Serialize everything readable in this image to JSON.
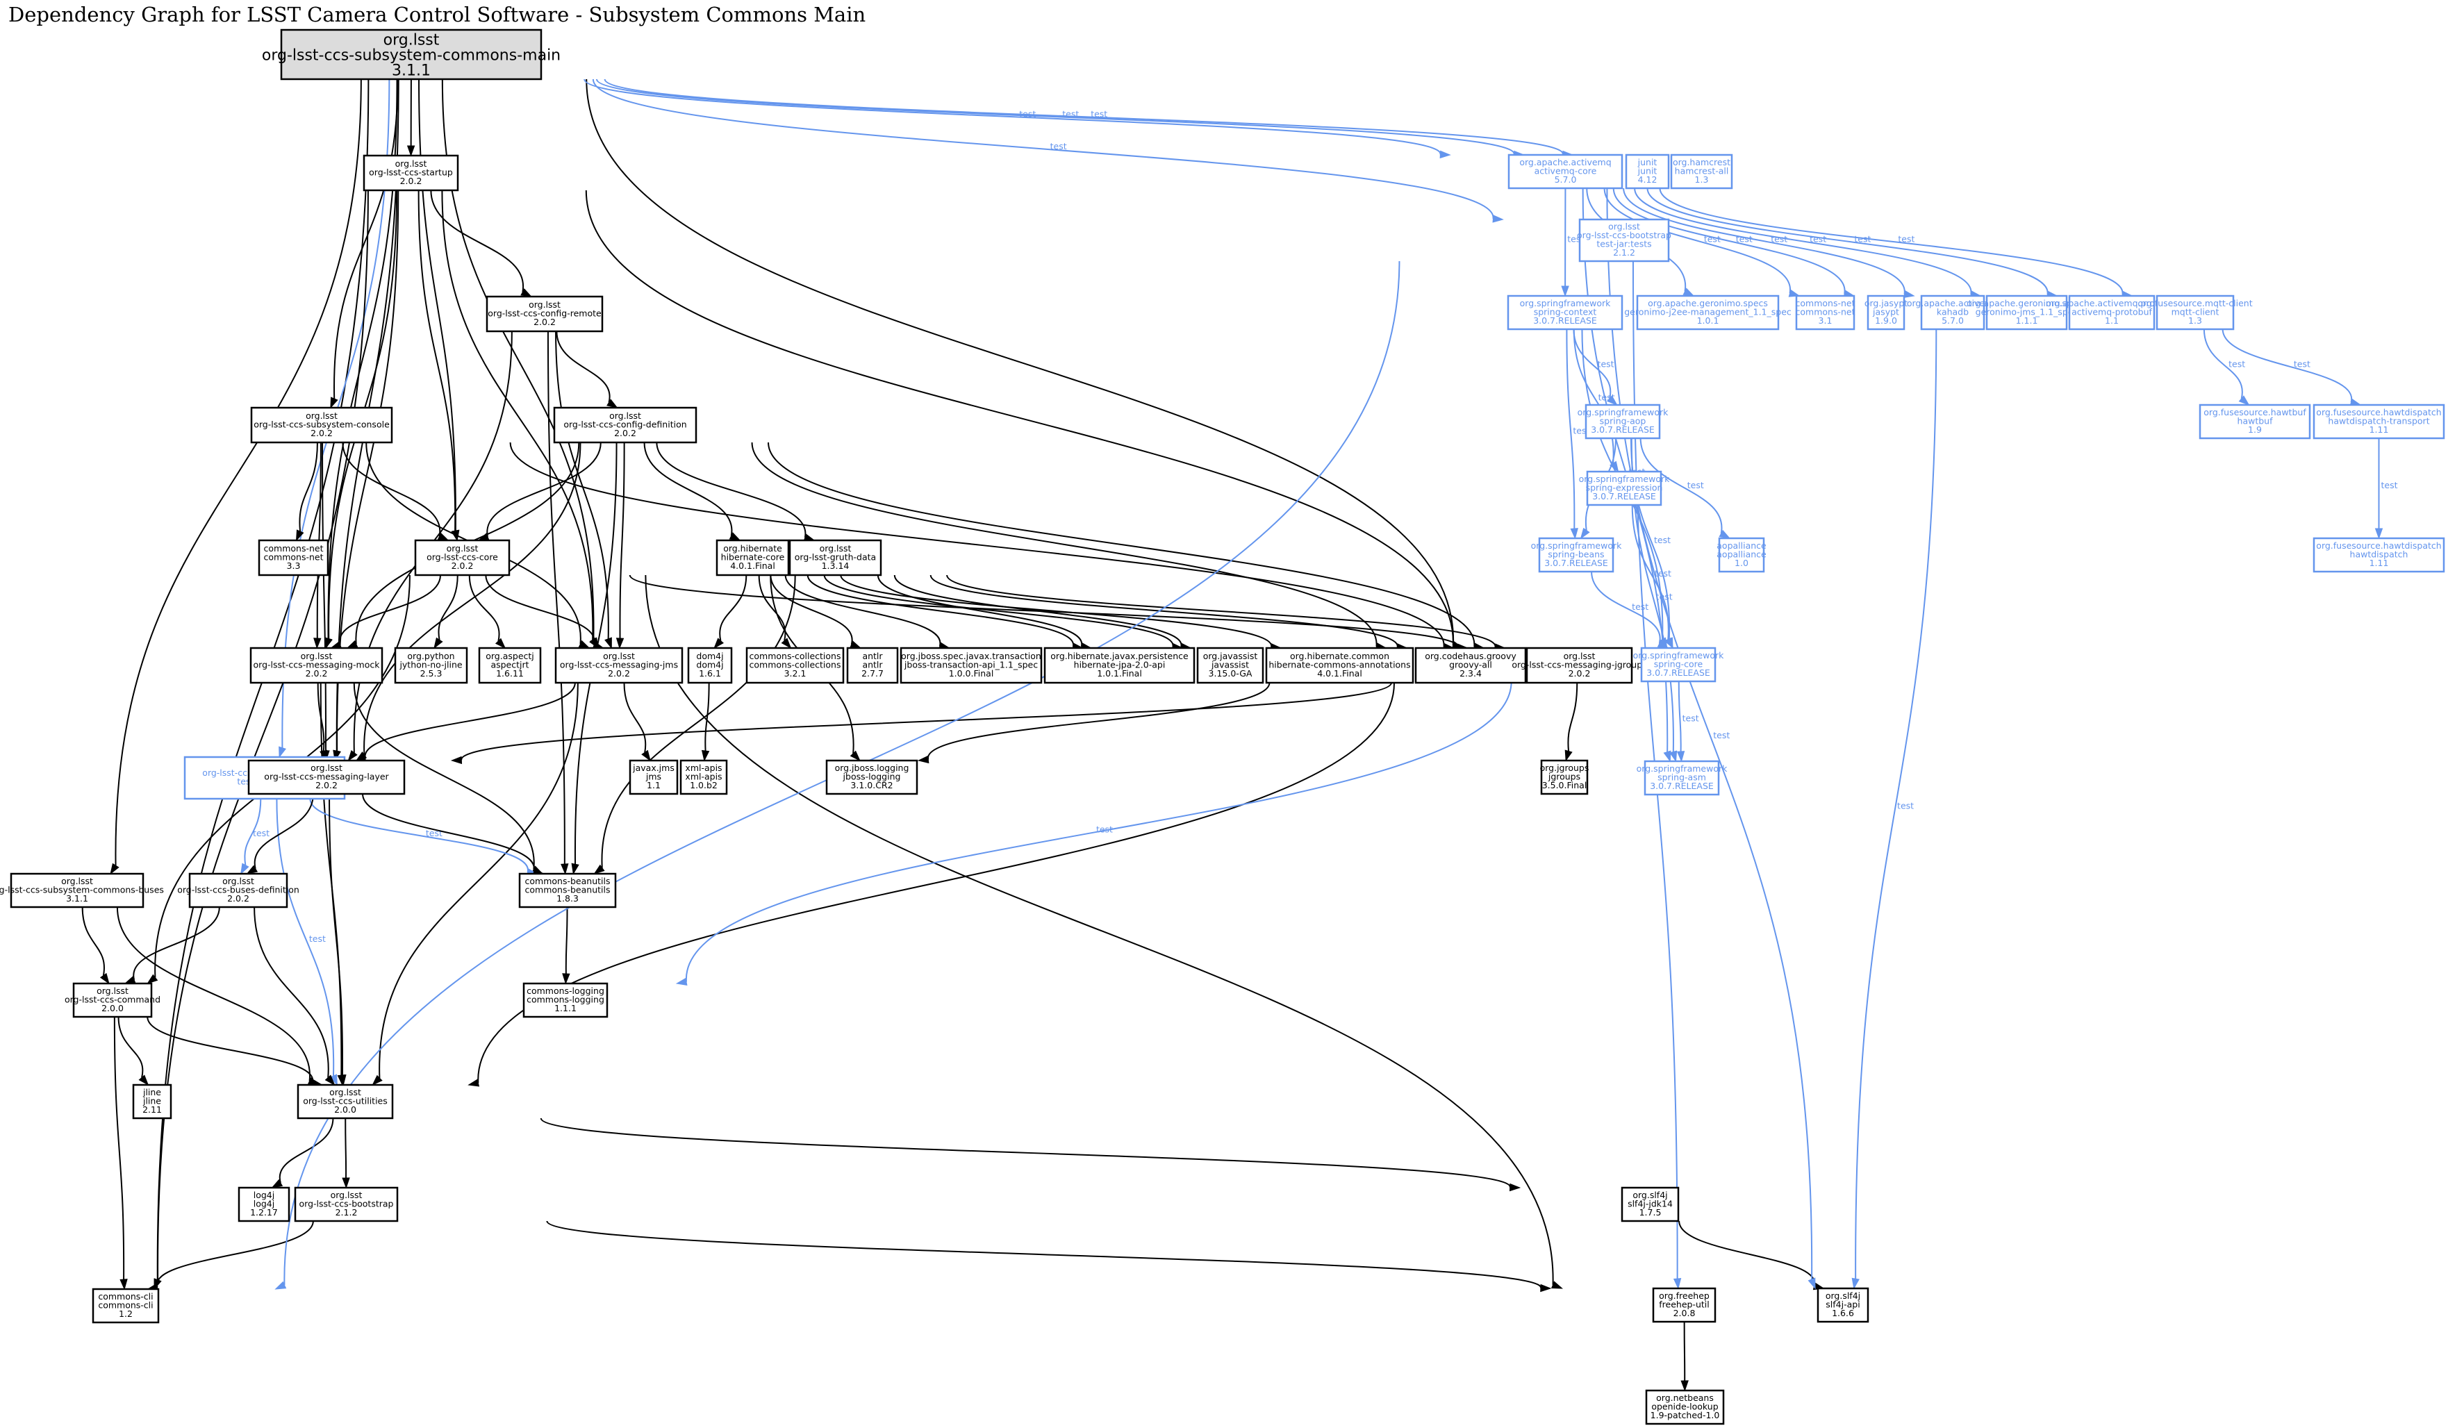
{
  "title": "Dependency Graph for LSST Camera Control Software - Subsystem Commons Main",
  "colors": {
    "compile": "#000000",
    "test": "#6495ed",
    "root_fill": "#dcdcdc"
  },
  "edge_label_test": "test",
  "nodes": [
    {
      "id": "root",
      "lines": [
        "org.lsst",
        "org-lsst-ccs-subsystem-commons-main",
        "3.1.1"
      ],
      "kind": "root"
    },
    {
      "id": "startup",
      "lines": [
        "org.lsst",
        "org-lsst-ccs-startup",
        "2.0.2"
      ],
      "kind": "compile"
    },
    {
      "id": "config_remote",
      "lines": [
        "org.lsst",
        "org-lsst-ccs-config-remote",
        "2.0.2"
      ],
      "kind": "compile"
    },
    {
      "id": "subsystem_console",
      "lines": [
        "org.lsst",
        "org-lsst-ccs-subsystem-console",
        "2.0.2"
      ],
      "kind": "compile"
    },
    {
      "id": "config_definition",
      "lines": [
        "org.lsst",
        "org-lsst-ccs-config-definition",
        "2.0.2"
      ],
      "kind": "compile"
    },
    {
      "id": "commons_net_33",
      "lines": [
        "commons-net",
        "commons-net",
        "3.3"
      ],
      "kind": "compile"
    },
    {
      "id": "ccs_core",
      "lines": [
        "org.lsst",
        "org-lsst-ccs-core",
        "2.0.2"
      ],
      "kind": "compile"
    },
    {
      "id": "hibernate_core",
      "lines": [
        "org.hibernate",
        "hibernate-core",
        "4.0.1.Final"
      ],
      "kind": "compile"
    },
    {
      "id": "gruth_data",
      "lines": [
        "org.lsst",
        "org-lsst-gruth-data",
        "1.3.14"
      ],
      "kind": "compile"
    },
    {
      "id": "messaging_mock",
      "lines": [
        "org.lsst",
        "org-lsst-ccs-messaging-mock",
        "2.0.2"
      ],
      "kind": "compile"
    },
    {
      "id": "jython",
      "lines": [
        "org.python",
        "jython-no-jline",
        "2.5.3"
      ],
      "kind": "compile"
    },
    {
      "id": "aspectj",
      "lines": [
        "org.aspectj",
        "aspectjrt",
        "1.6.11"
      ],
      "kind": "compile"
    },
    {
      "id": "messaging_jms",
      "lines": [
        "org.lsst",
        "org-lsst-ccs-messaging-jms",
        "2.0.2"
      ],
      "kind": "compile"
    },
    {
      "id": "dom4j",
      "lines": [
        "dom4j",
        "dom4j",
        "1.6.1"
      ],
      "kind": "compile"
    },
    {
      "id": "commons_collections",
      "lines": [
        "commons-collections",
        "commons-collections",
        "3.2.1"
      ],
      "kind": "compile"
    },
    {
      "id": "antlr",
      "lines": [
        "antlr",
        "antlr",
        "2.7.7"
      ],
      "kind": "compile"
    },
    {
      "id": "jboss_transaction",
      "lines": [
        "org.jboss.spec.javax.transaction",
        "jboss-transaction-api_1.1_spec",
        "1.0.0.Final"
      ],
      "kind": "compile"
    },
    {
      "id": "hibernate_jpa",
      "lines": [
        "org.hibernate.javax.persistence",
        "hibernate-jpa-2.0-api",
        "1.0.1.Final"
      ],
      "kind": "compile"
    },
    {
      "id": "javassist",
      "lines": [
        "org.javassist",
        "javassist",
        "3.15.0-GA"
      ],
      "kind": "compile"
    },
    {
      "id": "hibernate_annotations",
      "lines": [
        "org.hibernate.common",
        "hibernate-commons-annotations",
        "4.0.1.Final"
      ],
      "kind": "compile"
    },
    {
      "id": "groovy",
      "lines": [
        "org.codehaus.groovy",
        "groovy-all",
        "2.3.4"
      ],
      "kind": "compile"
    },
    {
      "id": "messaging_jgroups",
      "lines": [
        "org.lsst",
        "org-lsst-ccs-messaging-jgroups",
        "2.0.2"
      ],
      "kind": "compile"
    },
    {
      "id": "messaging_layer_tests",
      "lines": [
        "org.lsst",
        "org-lsst-ccs-messaging-layer",
        "test-jar:tests",
        "2.0.2"
      ],
      "kind": "test"
    },
    {
      "id": "messaging_layer",
      "lines": [
        "org.lsst",
        "org-lsst-ccs-messaging-layer",
        "2.0.2"
      ],
      "kind": "compile"
    },
    {
      "id": "javax_jms",
      "lines": [
        "javax.jms",
        "jms",
        "1.1"
      ],
      "kind": "compile"
    },
    {
      "id": "xml_apis",
      "lines": [
        "xml-apis",
        "xml-apis",
        "1.0.b2"
      ],
      "kind": "compile"
    },
    {
      "id": "jboss_logging",
      "lines": [
        "org.jboss.logging",
        "jboss-logging",
        "3.1.0.CR2"
      ],
      "kind": "compile"
    },
    {
      "id": "jgroups",
      "lines": [
        "org.jgroups",
        "jgroups",
        "3.5.0.Final"
      ],
      "kind": "compile"
    },
    {
      "id": "commons_buses",
      "lines": [
        "org.lsst",
        "org-lsst-ccs-subsystem-commons-buses",
        "3.1.1"
      ],
      "kind": "compile"
    },
    {
      "id": "buses_definition",
      "lines": [
        "org.lsst",
        "org-lsst-ccs-buses-definition",
        "2.0.2"
      ],
      "kind": "compile"
    },
    {
      "id": "commons_beanutils",
      "lines": [
        "commons-beanutils",
        "commons-beanutils",
        "1.8.3"
      ],
      "kind": "compile"
    },
    {
      "id": "command",
      "lines": [
        "org.lsst",
        "org-lsst-ccs-command",
        "2.0.0"
      ],
      "kind": "compile"
    },
    {
      "id": "commons_logging",
      "lines": [
        "commons-logging",
        "commons-logging",
        "1.1.1"
      ],
      "kind": "compile"
    },
    {
      "id": "jline",
      "lines": [
        "jline",
        "jline",
        "2.11"
      ],
      "kind": "compile"
    },
    {
      "id": "utilities",
      "lines": [
        "org.lsst",
        "org-lsst-ccs-utilities",
        "2.0.0"
      ],
      "kind": "compile"
    },
    {
      "id": "log4j",
      "lines": [
        "log4j",
        "log4j",
        "1.2.17"
      ],
      "kind": "compile"
    },
    {
      "id": "bootstrap",
      "lines": [
        "org.lsst",
        "org-lsst-ccs-bootstrap",
        "2.1.2"
      ],
      "kind": "compile"
    },
    {
      "id": "commons_cli",
      "lines": [
        "commons-cli",
        "commons-cli",
        "1.2"
      ],
      "kind": "compile"
    },
    {
      "id": "slf4j_jdk14",
      "lines": [
        "org.slf4j",
        "slf4j-jdk14",
        "1.7.5"
      ],
      "kind": "compile"
    },
    {
      "id": "freehep",
      "lines": [
        "org.freehep",
        "freehep-util",
        "2.0.8"
      ],
      "kind": "compile"
    },
    {
      "id": "slf4j_api",
      "lines": [
        "org.slf4j",
        "slf4j-api",
        "1.6.6"
      ],
      "kind": "compile"
    },
    {
      "id": "openide",
      "lines": [
        "org.netbeans",
        "openide-lookup",
        "1.9-patched-1.0"
      ],
      "kind": "compile"
    },
    {
      "id": "activemq_core",
      "lines": [
        "org.apache.activemq",
        "activemq-core",
        "5.7.0"
      ],
      "kind": "test"
    },
    {
      "id": "junit",
      "lines": [
        "junit",
        "junit",
        "4.12"
      ],
      "kind": "test"
    },
    {
      "id": "hamcrest",
      "lines": [
        "org.hamcrest",
        "hamcrest-all",
        "1.3"
      ],
      "kind": "test"
    },
    {
      "id": "bootstrap_tests",
      "lines": [
        "org.lsst",
        "org-lsst-ccs-bootstrap",
        "test-jar:tests",
        "2.1.2"
      ],
      "kind": "test"
    },
    {
      "id": "spring_context",
      "lines": [
        "org.springframework",
        "spring-context",
        "3.0.7.RELEASE"
      ],
      "kind": "test"
    },
    {
      "id": "geronimo_j2ee",
      "lines": [
        "org.apache.geronimo.specs",
        "geronimo-j2ee-management_1.1_spec",
        "1.0.1"
      ],
      "kind": "test"
    },
    {
      "id": "commons_net_31",
      "lines": [
        "commons-net",
        "commons-net",
        "3.1"
      ],
      "kind": "test"
    },
    {
      "id": "jasypt",
      "lines": [
        "org.jasypt",
        "jasypt",
        "1.9.0"
      ],
      "kind": "test"
    },
    {
      "id": "kahadb",
      "lines": [
        "org.apache.activemq",
        "kahadb",
        "5.7.0"
      ],
      "kind": "test"
    },
    {
      "id": "geronimo_jms",
      "lines": [
        "org.apache.geronimo.specs",
        "geronimo-jms_1.1_spec",
        "1.1.1"
      ],
      "kind": "test"
    },
    {
      "id": "activemq_protobuf",
      "lines": [
        "org.apache.activemq.protobuf",
        "activemq-protobuf",
        "1.1"
      ],
      "kind": "test"
    },
    {
      "id": "mqtt_client",
      "lines": [
        "org.fusesource.mqtt-client",
        "mqtt-client",
        "1.3"
      ],
      "kind": "test"
    },
    {
      "id": "spring_aop",
      "lines": [
        "org.springframework",
        "spring-aop",
        "3.0.7.RELEASE"
      ],
      "kind": "test"
    },
    {
      "id": "hawtbuf",
      "lines": [
        "org.fusesource.hawtbuf",
        "hawtbuf",
        "1.9"
      ],
      "kind": "test"
    },
    {
      "id": "hawtdispatch_transport",
      "lines": [
        "org.fusesource.hawtdispatch",
        "hawtdispatch-transport",
        "1.11"
      ],
      "kind": "test"
    },
    {
      "id": "spring_expression",
      "lines": [
        "org.springframework",
        "spring-expression",
        "3.0.7.RELEASE"
      ],
      "kind": "test"
    },
    {
      "id": "spring_beans",
      "lines": [
        "org.springframework",
        "spring-beans",
        "3.0.7.RELEASE"
      ],
      "kind": "test"
    },
    {
      "id": "aopalliance",
      "lines": [
        "aopalliance",
        "aopalliance",
        "1.0"
      ],
      "kind": "test"
    },
    {
      "id": "hawtdispatch",
      "lines": [
        "org.fusesource.hawtdispatch",
        "hawtdispatch",
        "1.11"
      ],
      "kind": "test"
    },
    {
      "id": "spring_core",
      "lines": [
        "org.springframework",
        "spring-core",
        "3.0.7.RELEASE"
      ],
      "kind": "test"
    },
    {
      "id": "spring_asm",
      "lines": [
        "org.springframework",
        "spring-asm",
        "3.0.7.RELEASE"
      ],
      "kind": "test"
    }
  ],
  "edges": [
    [
      "root",
      "startup",
      "compile"
    ],
    [
      "root",
      "subsystem_console",
      "compile"
    ],
    [
      "root",
      "commons_buses",
      "compile"
    ],
    [
      "root",
      "messaging_mock",
      "compile"
    ],
    [
      "root",
      "messaging_layer",
      "compile"
    ],
    [
      "root",
      "messaging_jms",
      "compile"
    ],
    [
      "root",
      "ccs_core",
      "compile"
    ],
    [
      "root",
      "messaging_jgroups",
      "compile"
    ],
    [
      "root",
      "commons_cli",
      "compile"
    ],
    [
      "root",
      "messaging_layer_tests",
      "test"
    ],
    [
      "root",
      "activemq_core",
      "test"
    ],
    [
      "root",
      "junit",
      "test"
    ],
    [
      "root",
      "hamcrest",
      "test"
    ],
    [
      "root",
      "bootstrap_tests",
      "test"
    ],
    [
      "startup",
      "config_remote",
      "compile"
    ],
    [
      "startup",
      "ccs_core",
      "compile"
    ],
    [
      "startup",
      "messaging_mock",
      "compile"
    ],
    [
      "startup",
      "messaging_jms",
      "compile"
    ],
    [
      "startup",
      "messaging_jgroups",
      "compile"
    ],
    [
      "startup",
      "commons_cli",
      "compile"
    ],
    [
      "startup",
      "messaging_layer",
      "compile"
    ],
    [
      "config_remote",
      "config_definition",
      "compile"
    ],
    [
      "config_remote",
      "messaging_layer",
      "compile"
    ],
    [
      "config_remote",
      "messaging_jms",
      "compile"
    ],
    [
      "config_remote",
      "commons_beanutils",
      "compile"
    ],
    [
      "subsystem_console",
      "commons_net_33",
      "compile"
    ],
    [
      "subsystem_console",
      "ccs_core",
      "compile"
    ],
    [
      "subsystem_console",
      "messaging_mock",
      "compile"
    ],
    [
      "subsystem_console",
      "messaging_layer",
      "compile"
    ],
    [
      "subsystem_console",
      "messaging_jms",
      "compile"
    ],
    [
      "subsystem_console",
      "messaging_jgroups",
      "compile"
    ],
    [
      "config_definition",
      "hibernate_core",
      "compile"
    ],
    [
      "config_definition",
      "gruth_data",
      "compile"
    ],
    [
      "config_definition",
      "ccs_core",
      "compile"
    ],
    [
      "config_definition",
      "messaging_mock",
      "compile"
    ],
    [
      "config_definition",
      "messaging_jms",
      "compile"
    ],
    [
      "config_definition",
      "messaging_layer",
      "compile"
    ],
    [
      "config_definition",
      "groovy",
      "compile"
    ],
    [
      "config_definition",
      "messaging_jgroups",
      "compile"
    ],
    [
      "config_definition",
      "commons_beanutils",
      "compile"
    ],
    [
      "ccs_core",
      "messaging_mock",
      "compile"
    ],
    [
      "ccs_core",
      "jython",
      "compile"
    ],
    [
      "ccs_core",
      "aspectj",
      "compile"
    ],
    [
      "ccs_core",
      "messaging_jms",
      "compile"
    ],
    [
      "ccs_core",
      "command",
      "compile"
    ],
    [
      "ccs_core",
      "messaging_jgroups",
      "compile"
    ],
    [
      "ccs_core",
      "freehep",
      "compile"
    ],
    [
      "hibernate_core",
      "dom4j",
      "compile"
    ],
    [
      "hibernate_core",
      "commons_collections",
      "compile"
    ],
    [
      "hibernate_core",
      "antlr",
      "compile"
    ],
    [
      "hibernate_core",
      "jboss_transaction",
      "compile"
    ],
    [
      "hibernate_core",
      "hibernate_jpa",
      "compile"
    ],
    [
      "hibernate_core",
      "javassist",
      "compile"
    ],
    [
      "hibernate_core",
      "hibernate_annotations",
      "compile"
    ],
    [
      "hibernate_core",
      "jboss_logging",
      "compile"
    ],
    [
      "gruth_data",
      "hibernate_jpa",
      "compile"
    ],
    [
      "gruth_data",
      "javassist",
      "compile"
    ],
    [
      "gruth_data",
      "groovy",
      "compile"
    ],
    [
      "gruth_data",
      "messaging_jgroups",
      "compile"
    ],
    [
      "gruth_data",
      "commons_beanutils",
      "compile"
    ],
    [
      "messaging_mock",
      "messaging_layer",
      "compile"
    ],
    [
      "messaging_mock",
      "commons_beanutils",
      "compile"
    ],
    [
      "messaging_mock",
      "utilities",
      "compile"
    ],
    [
      "messaging_jms",
      "javax_jms",
      "compile"
    ],
    [
      "messaging_jms",
      "messaging_layer",
      "compile"
    ],
    [
      "messaging_jms",
      "utilities",
      "compile"
    ],
    [
      "dom4j",
      "xml_apis",
      "compile"
    ],
    [
      "hibernate_annotations",
      "jboss_logging",
      "compile"
    ],
    [
      "messaging_jgroups",
      "jgroups",
      "compile"
    ],
    [
      "messaging_jgroups",
      "messaging_layer",
      "compile"
    ],
    [
      "messaging_jgroups",
      "utilities",
      "compile"
    ],
    [
      "messaging_layer_tests",
      "buses_definition",
      "test"
    ],
    [
      "messaging_layer_tests",
      "commons_beanutils",
      "test"
    ],
    [
      "messaging_layer_tests",
      "utilities",
      "test"
    ],
    [
      "messaging_layer",
      "buses_definition",
      "compile"
    ],
    [
      "messaging_layer",
      "commons_beanutils",
      "compile"
    ],
    [
      "messaging_layer",
      "utilities",
      "compile"
    ],
    [
      "commons_buses",
      "command",
      "compile"
    ],
    [
      "commons_buses",
      "utilities",
      "compile"
    ],
    [
      "buses_definition",
      "command",
      "compile"
    ],
    [
      "buses_definition",
      "utilities",
      "compile"
    ],
    [
      "commons_beanutils",
      "commons_logging",
      "compile"
    ],
    [
      "command",
      "jline",
      "compile"
    ],
    [
      "command",
      "utilities",
      "compile"
    ],
    [
      "command",
      "commons_cli",
      "compile"
    ],
    [
      "utilities",
      "log4j",
      "compile"
    ],
    [
      "utilities",
      "bootstrap",
      "compile"
    ],
    [
      "utilities",
      "slf4j_jdk14",
      "compile"
    ],
    [
      "bootstrap",
      "commons_cli",
      "compile"
    ],
    [
      "bootstrap",
      "freehep",
      "compile"
    ],
    [
      "slf4j_jdk14",
      "slf4j_api",
      "compile"
    ],
    [
      "freehep",
      "openide",
      "compile"
    ],
    [
      "activemq_core",
      "spring_context",
      "test"
    ],
    [
      "activemq_core",
      "geronimo_j2ee",
      "test"
    ],
    [
      "activemq_core",
      "commons_net_31",
      "test"
    ],
    [
      "activemq_core",
      "jasypt",
      "test"
    ],
    [
      "activemq_core",
      "kahadb",
      "test"
    ],
    [
      "activemq_core",
      "geronimo_jms",
      "test"
    ],
    [
      "activemq_core",
      "activemq_protobuf",
      "test"
    ],
    [
      "activemq_core",
      "mqtt_client",
      "test"
    ],
    [
      "activemq_core",
      "slf4j_api",
      "test"
    ],
    [
      "activemq_core",
      "spring_asm",
      "test"
    ],
    [
      "bootstrap_tests",
      "freehep",
      "test"
    ],
    [
      "bootstrap_tests",
      "commons_cli",
      "test"
    ],
    [
      "spring_context",
      "spring_aop",
      "test"
    ],
    [
      "spring_context",
      "spring_beans",
      "test"
    ],
    [
      "spring_context",
      "spring_expression",
      "test"
    ],
    [
      "spring_context",
      "spring_core",
      "test"
    ],
    [
      "spring_aop",
      "spring_beans",
      "test"
    ],
    [
      "spring_aop",
      "aopalliance",
      "test"
    ],
    [
      "spring_aop",
      "spring_core",
      "test"
    ],
    [
      "spring_aop",
      "spring_asm",
      "test"
    ],
    [
      "spring_expression",
      "spring_core",
      "test"
    ],
    [
      "spring_beans",
      "spring_core",
      "test"
    ],
    [
      "spring_core",
      "spring_asm",
      "test"
    ],
    [
      "spring_core",
      "commons_logging",
      "test"
    ],
    [
      "kahadb",
      "slf4j_api",
      "test"
    ],
    [
      "mqtt_client",
      "hawtbuf",
      "test"
    ],
    [
      "mqtt_client",
      "hawtdispatch_transport",
      "test"
    ],
    [
      "hawtdispatch_transport",
      "hawtdispatch",
      "test"
    ]
  ]
}
